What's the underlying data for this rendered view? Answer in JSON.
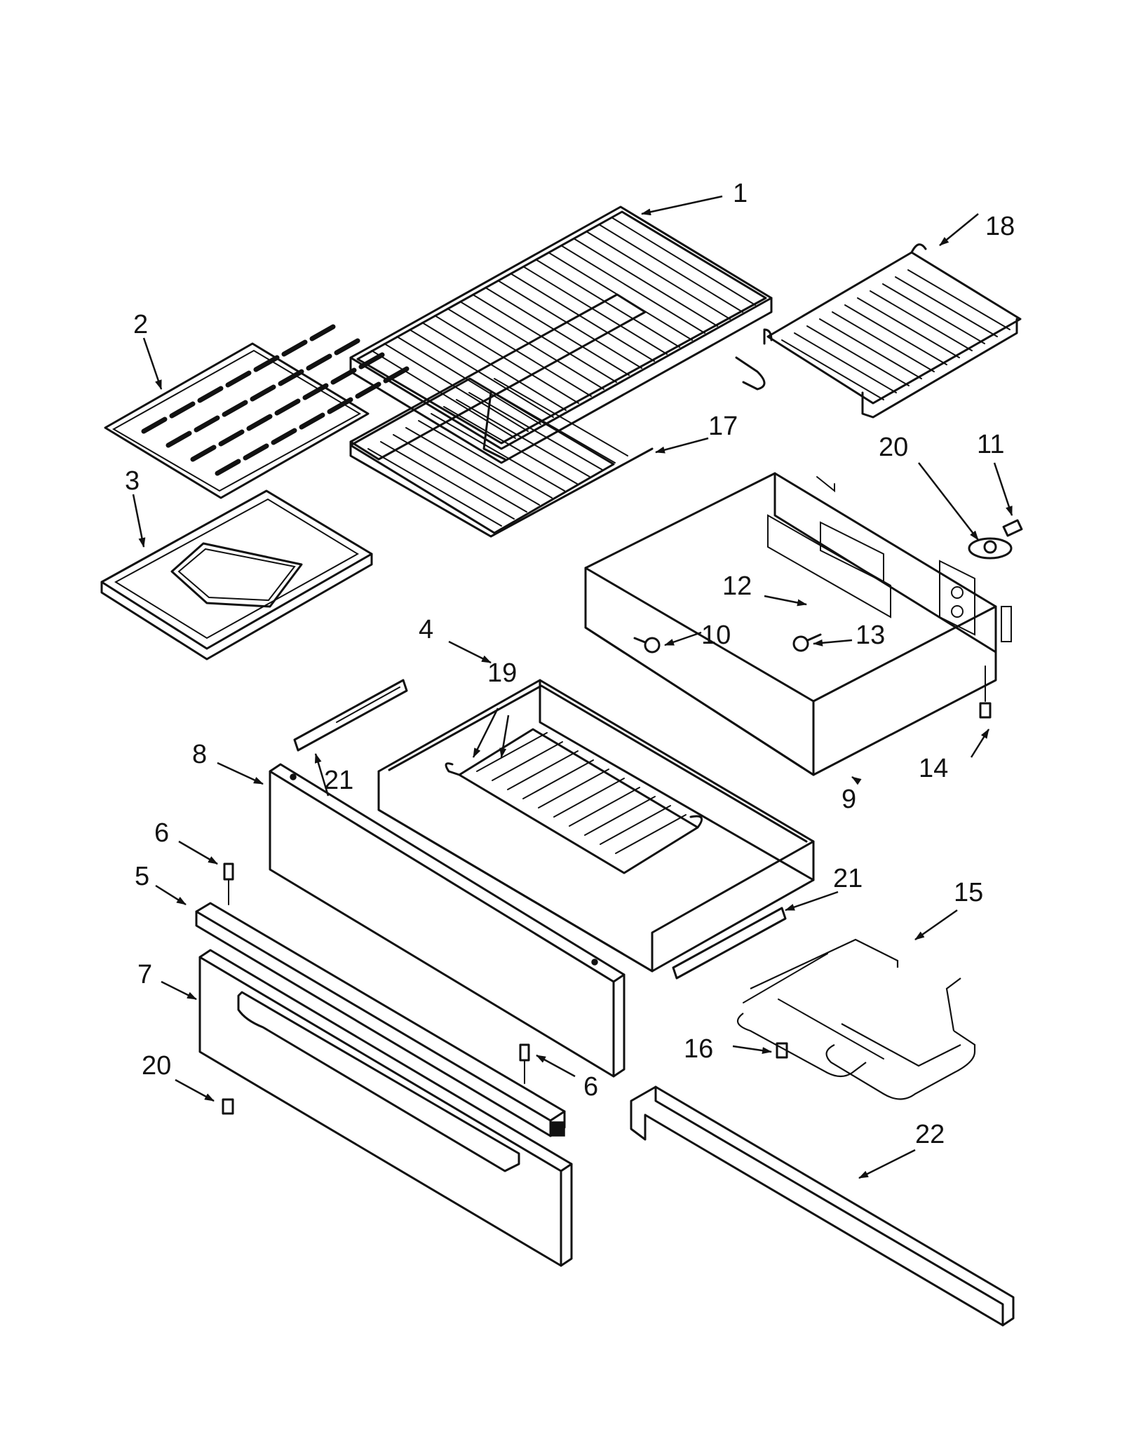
{
  "callouts": [
    {
      "id": "c1",
      "text": "1"
    },
    {
      "id": "c2",
      "text": "2"
    },
    {
      "id": "c3",
      "text": "3"
    },
    {
      "id": "c4",
      "text": "4"
    },
    {
      "id": "c5",
      "text": "5"
    },
    {
      "id": "c6a",
      "text": "6"
    },
    {
      "id": "c6b",
      "text": "6"
    },
    {
      "id": "c7",
      "text": "7"
    },
    {
      "id": "c8",
      "text": "8"
    },
    {
      "id": "c9",
      "text": "9"
    },
    {
      "id": "c10",
      "text": "10"
    },
    {
      "id": "c11",
      "text": "11"
    },
    {
      "id": "c12",
      "text": "12"
    },
    {
      "id": "c13",
      "text": "13"
    },
    {
      "id": "c14",
      "text": "14"
    },
    {
      "id": "c15",
      "text": "15"
    },
    {
      "id": "c16",
      "text": "16"
    },
    {
      "id": "c17",
      "text": "17"
    },
    {
      "id": "c18",
      "text": "18"
    },
    {
      "id": "c19",
      "text": "19"
    },
    {
      "id": "c20a",
      "text": "20"
    },
    {
      "id": "c20b",
      "text": "20"
    },
    {
      "id": "c21a",
      "text": "21"
    },
    {
      "id": "c21b",
      "text": "21"
    },
    {
      "id": "c22",
      "text": "22"
    }
  ]
}
